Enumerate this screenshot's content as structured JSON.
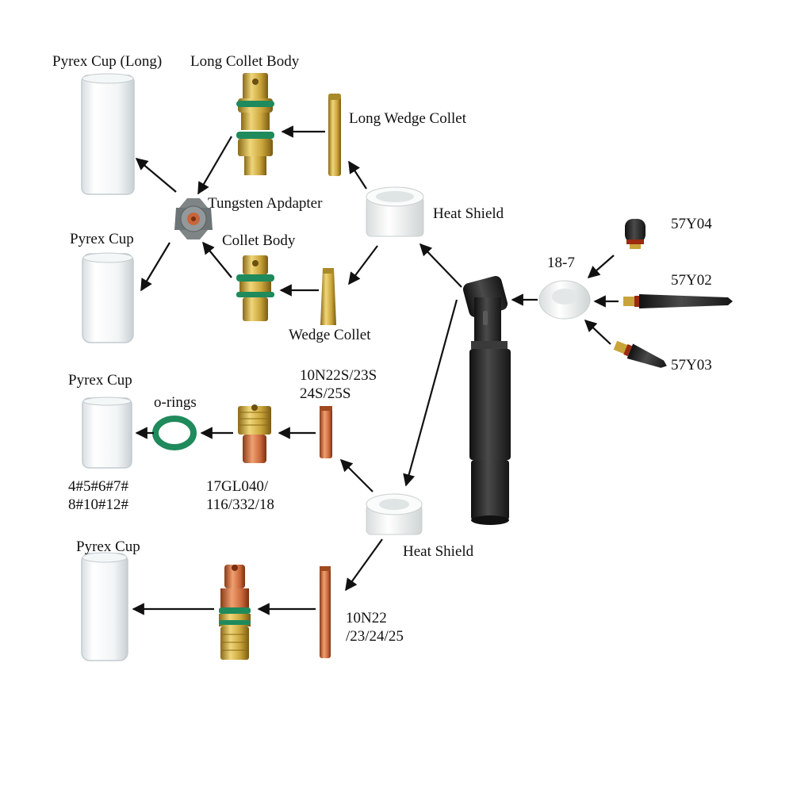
{
  "labels": {
    "pyrex_cup_long": "Pyrex Cup (Long)",
    "long_collet_body": "Long Collet Body",
    "long_wedge_collet": "Long Wedge Collet",
    "tungsten_adapter": "Tungsten Apdapter",
    "heat_shield_top": "Heat Shield",
    "pyrex_cup_2": "Pyrex Cup",
    "collet_body": "Collet Body",
    "wedge_collet": "Wedge Collet",
    "part_18_7": "18-7",
    "part_57y04": "57Y04",
    "part_57y02": "57Y02",
    "part_57y03": "57Y03",
    "pyrex_cup_3": "Pyrex Cup",
    "o_rings": "o-rings",
    "collet_10n22s_line1": "10N22S/23S",
    "collet_10n22s_line2": "24S/25S",
    "cup_sizes_line1": "4#5#6#7#",
    "cup_sizes_line2": "8#10#12#",
    "gaslens_line1": "17GL040/",
    "gaslens_line2": "116/332/18",
    "heat_shield_bottom": "Heat Shield",
    "pyrex_cup_4": "Pyrex Cup",
    "collet_10n22_line1": "10N22",
    "collet_10n22_line2": "/23/24/25"
  },
  "colors": {
    "brass": "#c9a43a",
    "copper": "#c8663a",
    "green_oring": "#1f8a5c",
    "torch_black": "#2a2a2a",
    "glass": "#e9eef0",
    "ceramic": "#f1f3f3"
  }
}
